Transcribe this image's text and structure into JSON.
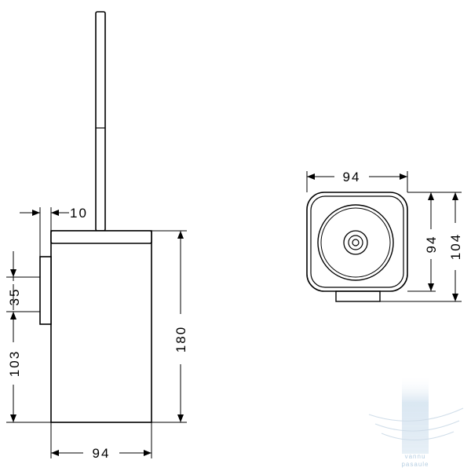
{
  "dimensions": {
    "side_offset": "10",
    "holder_width": "94",
    "total_height": "180",
    "mount_height": "35",
    "mount_offset": "103",
    "top_width": "94",
    "top_depth": "94",
    "top_overall": "104"
  },
  "watermark": {
    "line1": "vannu",
    "line2": "pasaule"
  },
  "colors": {
    "line": "#000000",
    "watermark": "#a9c6dd"
  }
}
